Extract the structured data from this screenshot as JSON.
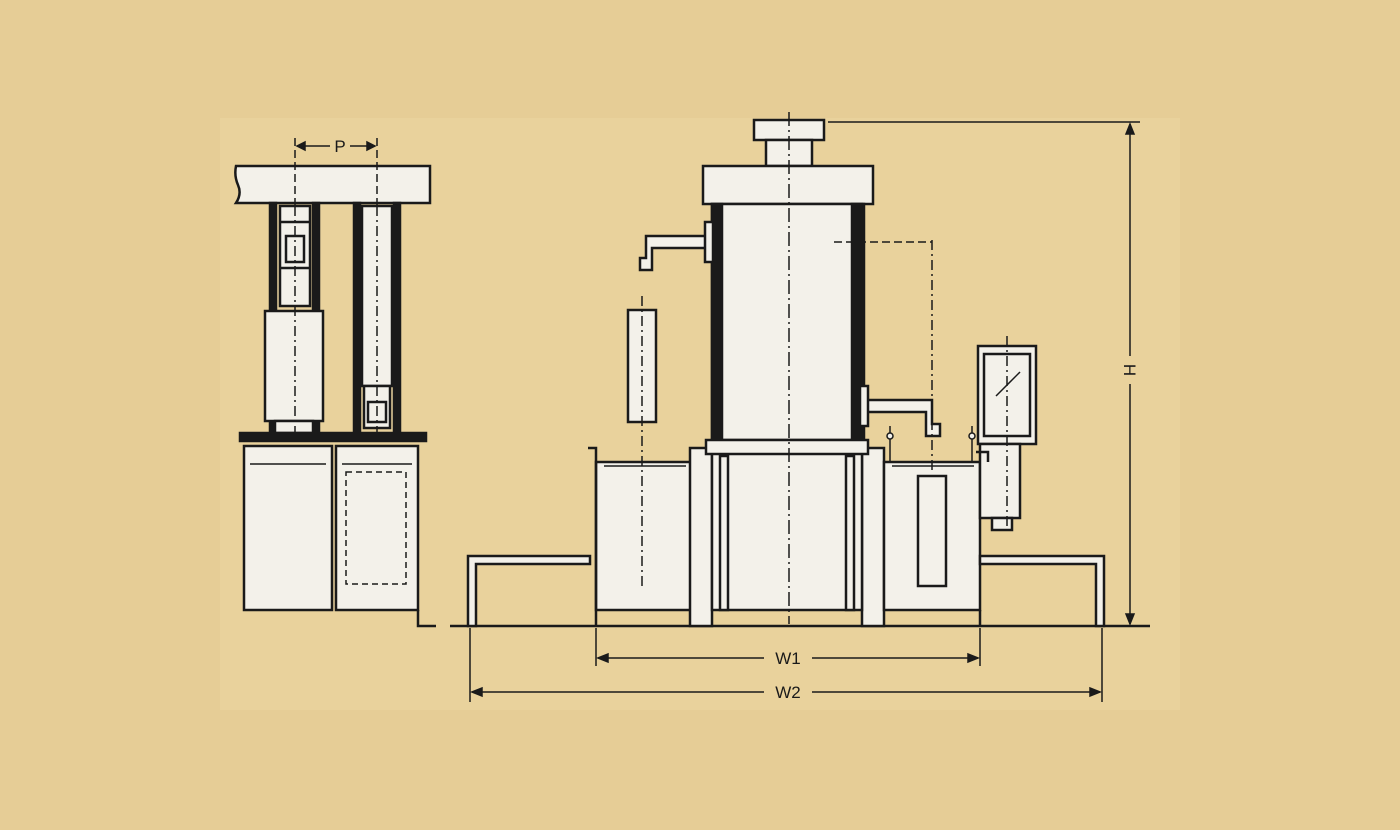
{
  "diagram": {
    "colors": {
      "background": "#e6cd96",
      "panel": "#e9d29c",
      "line": "#1a1a1a",
      "fill": "#f3f1ea"
    },
    "labels": {
      "pitch": "P",
      "height": "H",
      "width_inner": "W1",
      "width_outer": "W2"
    }
  }
}
